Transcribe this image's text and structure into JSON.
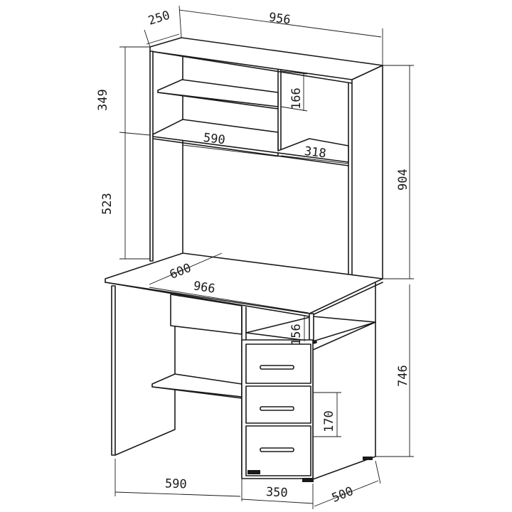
{
  "dimensions": {
    "top_depth": "250",
    "top_width": "956",
    "upper_height": "349",
    "mid_height": "523",
    "total_height": "904",
    "shelf_gap": "166",
    "shelf_width": "590",
    "cell_width": "318",
    "desk_depth": "600",
    "desk_width": "966",
    "pedestal_gap": "156",
    "desk_height": "746",
    "drawer_height": "170",
    "base_left": "590",
    "base_mid": "350",
    "base_depth": "500"
  }
}
